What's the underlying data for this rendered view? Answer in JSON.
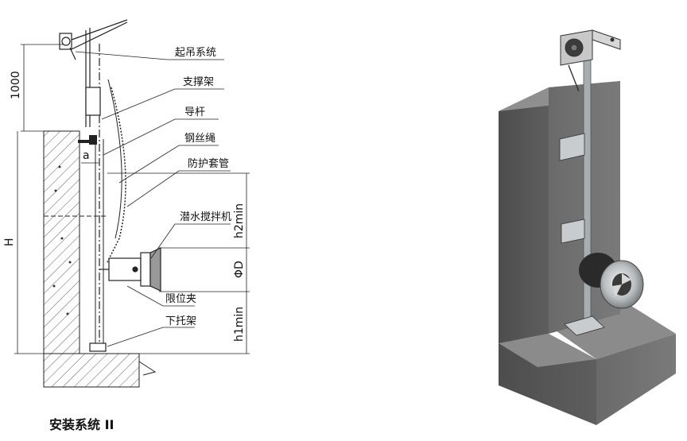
{
  "labels": {
    "lifting_system": "起吊系统",
    "support_frame": "支撑架",
    "guide_rod": "导杆",
    "wire_rope": "钢丝绳",
    "protective_sleeve": "防护套管",
    "submersible_mixer": "潜水搅拌机",
    "limit_clamp": "限位夹",
    "lower_bracket": "下托架"
  },
  "dimensions": {
    "top_height": "1000",
    "offset_a": "a",
    "total_height": "H",
    "h2": "h2min",
    "diameter": "ΦD",
    "h1": "h1min"
  },
  "caption": "安装系统 II",
  "colors": {
    "concrete": "#5a5a5a",
    "concrete_top": "#8a8a8a",
    "steel": "#9aa0a4"
  }
}
